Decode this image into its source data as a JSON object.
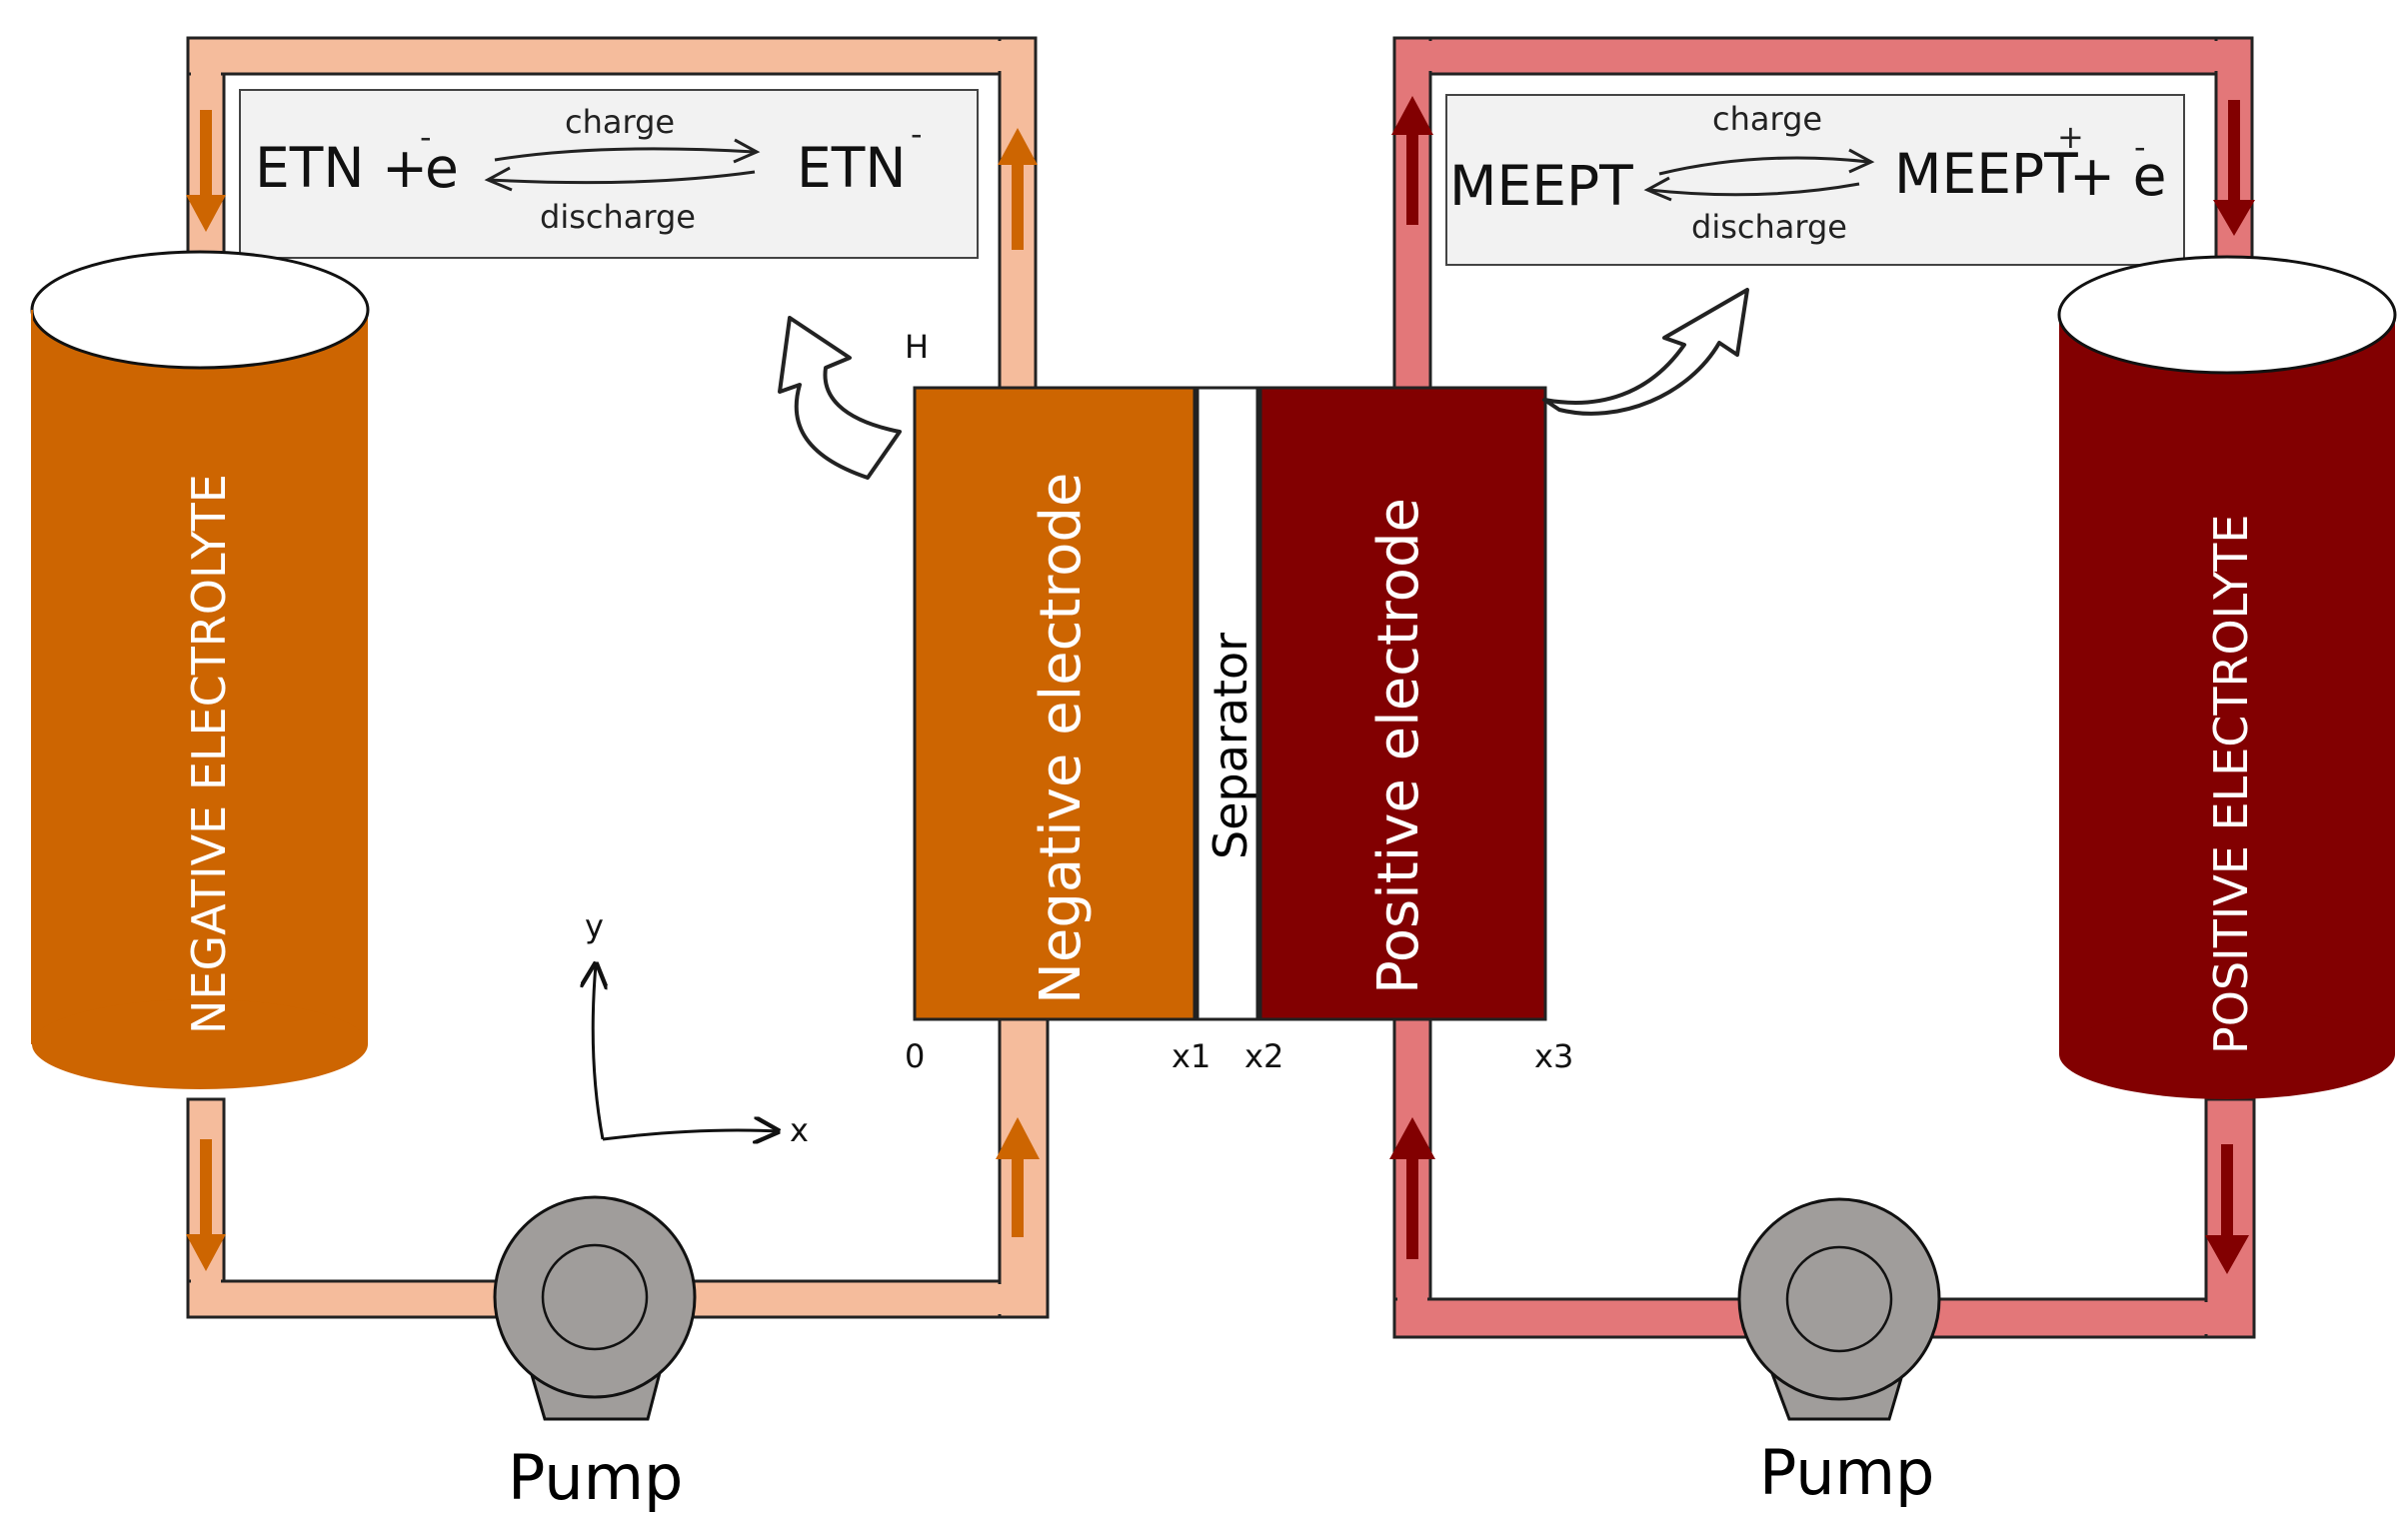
{
  "colors": {
    "negative_dark": "#cd6501",
    "negative_pipe": "#f5bc9c",
    "positive_dark": "#820001",
    "positive_pipe": "#e37779",
    "pump_grey": "#a09d9b",
    "separator": "#ffffff"
  },
  "negative_reaction": {
    "reactant": "ETN + ",
    "electron": "e",
    "electron_sign": "-",
    "arrow_top": "charge",
    "arrow_bottom": "discharge",
    "product": "ETN",
    "product_sign": "-"
  },
  "positive_reaction": {
    "reactant": "MEEPT",
    "arrow_top": "charge",
    "arrow_bottom": "discharge",
    "product": "MEEPT",
    "product_sign": "+",
    "plus_electron": "+ e",
    "electron_sign": "-"
  },
  "tanks": {
    "negative_label": "NEGATIVE ELECTROLYTE",
    "positive_label": "POSITIVE ELECTROLYTE"
  },
  "cell": {
    "negative_electrode": "Negative electrode",
    "separator": "Separator",
    "positive_electrode": "Positive electrode",
    "height_label": "H",
    "x_origin": "0",
    "x1": "x1",
    "x2": "x2",
    "x3": "x3"
  },
  "axes": {
    "y": "y",
    "x": "x"
  },
  "pumps": {
    "left_label": "Pump",
    "right_label": "Pump"
  },
  "icons": [
    "flow-arrow-icon",
    "curved-arrow-icon",
    "equilibrium-arrow-icon",
    "pump-icon"
  ]
}
